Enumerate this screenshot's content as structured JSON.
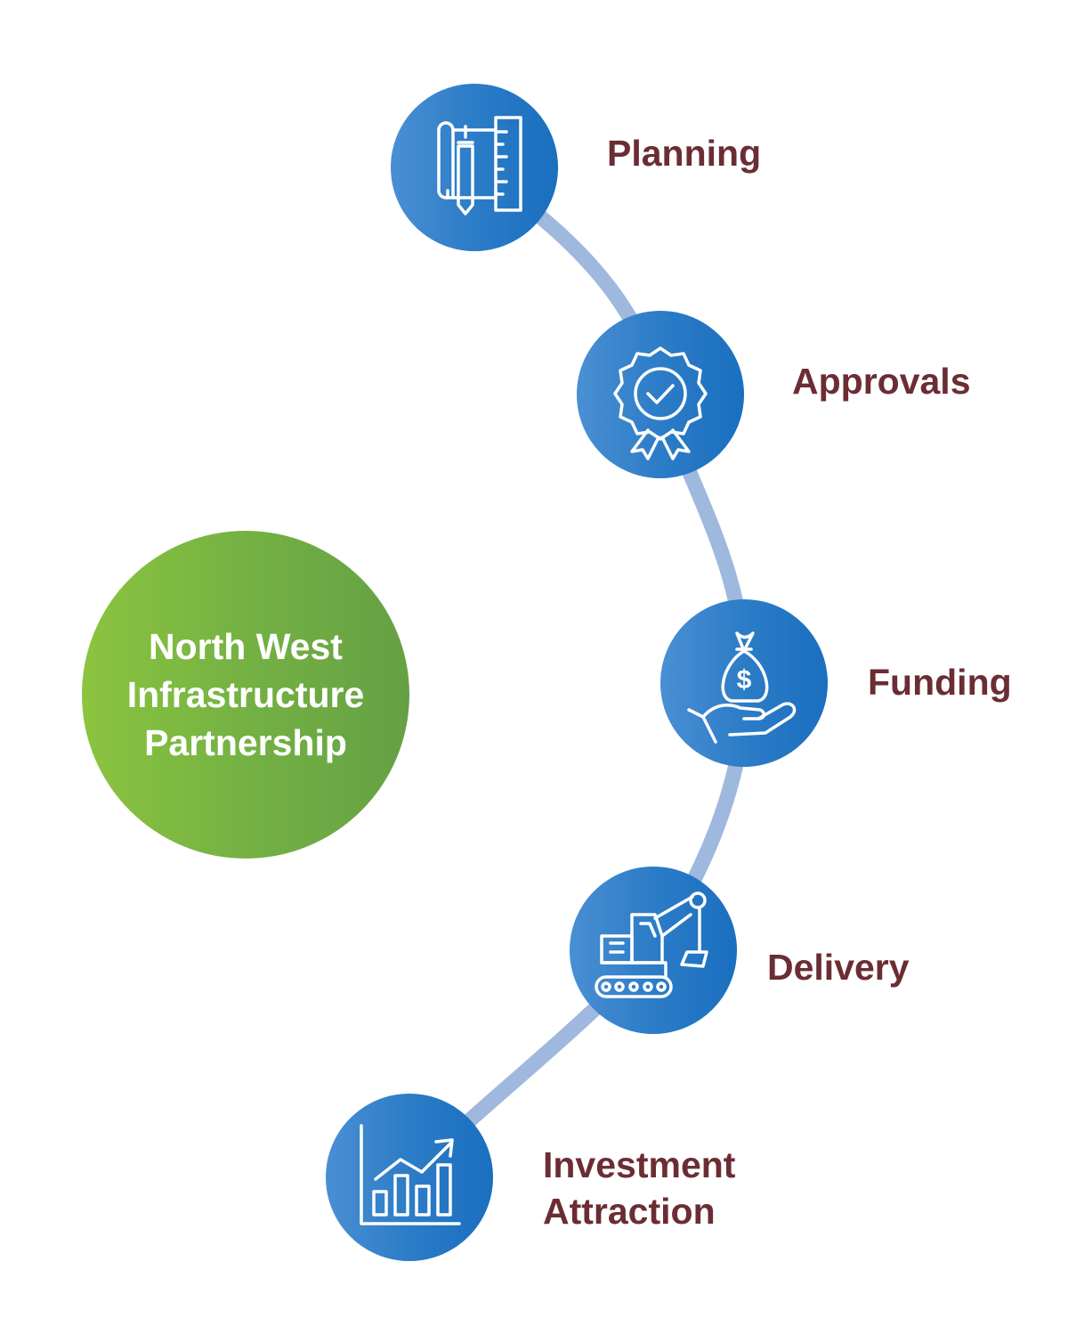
{
  "hub": {
    "title": "North West\nInfrastructure\nPartnership"
  },
  "steps": [
    {
      "label": "Planning",
      "icon": "blueprint-pencil-ruler-icon"
    },
    {
      "label": "Approvals",
      "icon": "approval-badge-checkmark-icon"
    },
    {
      "label": "Funding",
      "icon": "hand-money-bag-icon"
    },
    {
      "label": "Delivery",
      "icon": "excavator-icon"
    },
    {
      "label": "Investment\nAttraction",
      "icon": "growth-bar-chart-icon"
    }
  ],
  "colors": {
    "hub_green": "#76b343",
    "node_blue": "#2c7cc7",
    "connector": "#9fb8de",
    "label_text": "#6b2d33"
  }
}
